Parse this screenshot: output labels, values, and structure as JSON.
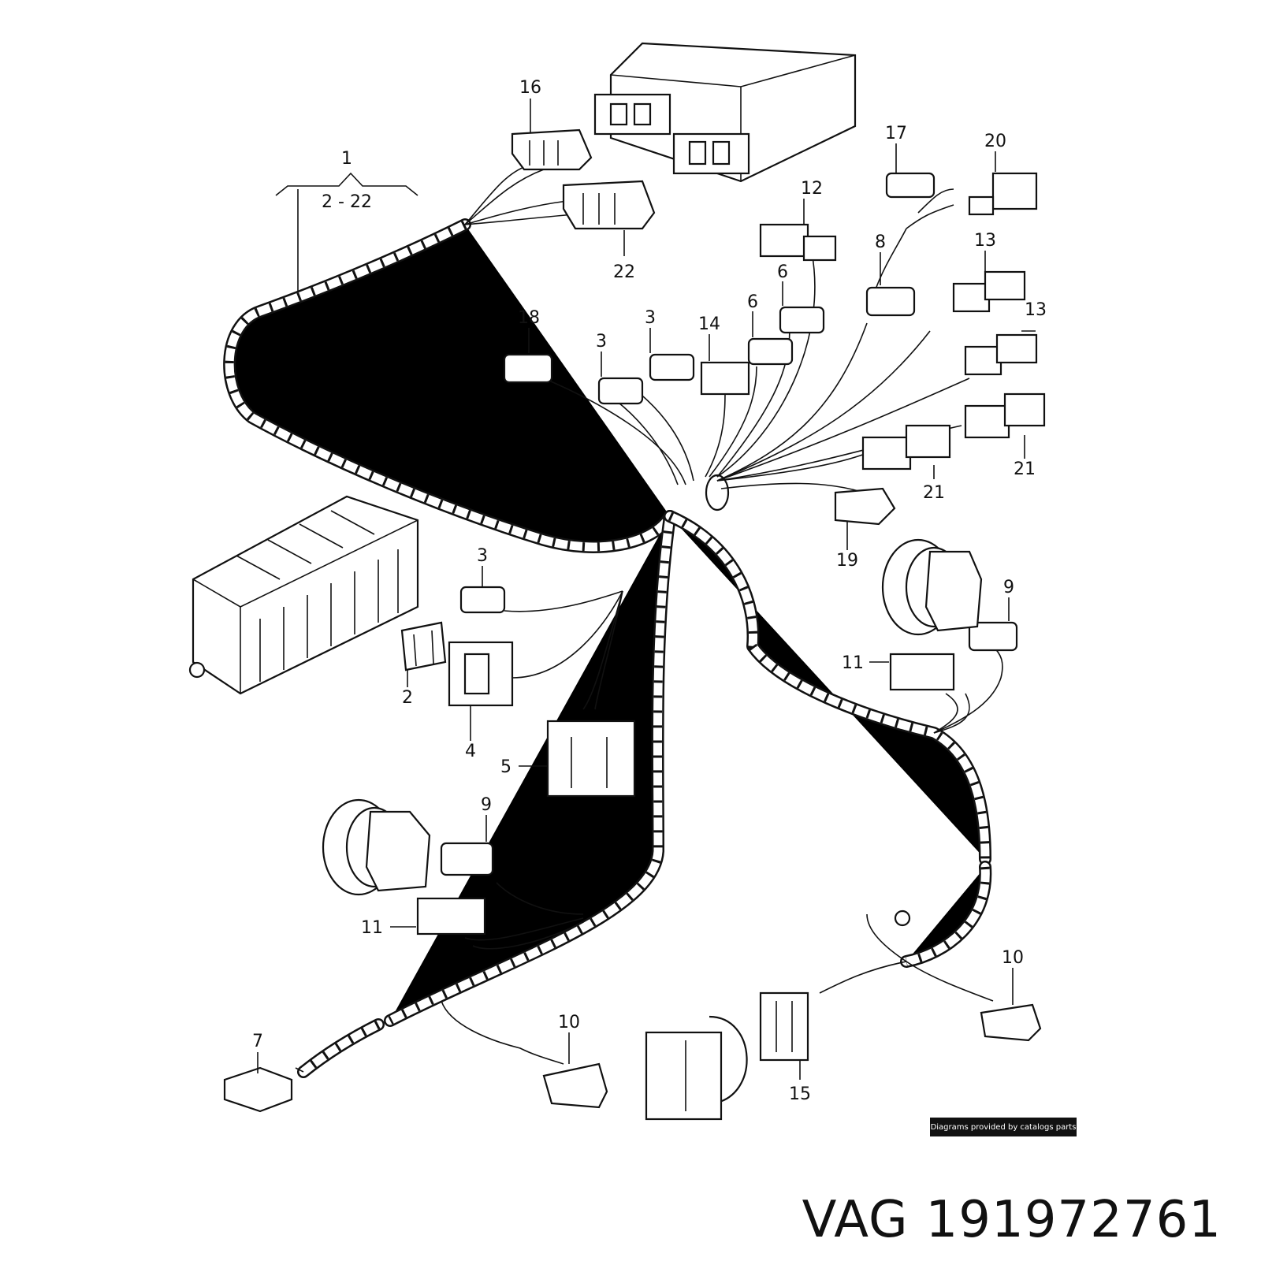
{
  "callouts": [
    {
      "id": "c1",
      "text": "1"
    },
    {
      "id": "c1r",
      "text": "2 - 22"
    },
    {
      "id": "c16",
      "text": "16"
    },
    {
      "id": "c22",
      "text": "22"
    },
    {
      "id": "c17",
      "text": "17"
    },
    {
      "id": "c20",
      "text": "20"
    },
    {
      "id": "c12",
      "text": "12"
    },
    {
      "id": "c8",
      "text": "8"
    },
    {
      "id": "c13a",
      "text": "13"
    },
    {
      "id": "c13b",
      "text": "13"
    },
    {
      "id": "c6a",
      "text": "6"
    },
    {
      "id": "c6b",
      "text": "6"
    },
    {
      "id": "c14",
      "text": "14"
    },
    {
      "id": "c3a",
      "text": "3"
    },
    {
      "id": "c3b",
      "text": "3"
    },
    {
      "id": "c18",
      "text": "18"
    },
    {
      "id": "c21a",
      "text": "21"
    },
    {
      "id": "c21b",
      "text": "21"
    },
    {
      "id": "c19",
      "text": "19"
    },
    {
      "id": "c3c",
      "text": "3"
    },
    {
      "id": "c2",
      "text": "2"
    },
    {
      "id": "c4",
      "text": "4"
    },
    {
      "id": "c5",
      "text": "5"
    },
    {
      "id": "c9a",
      "text": "9"
    },
    {
      "id": "c11a",
      "text": "11"
    },
    {
      "id": "c9b",
      "text": "9"
    },
    {
      "id": "c11b",
      "text": "11"
    },
    {
      "id": "c7",
      "text": "7"
    },
    {
      "id": "c10a",
      "text": "10"
    },
    {
      "id": "c10b",
      "text": "10"
    },
    {
      "id": "c15",
      "text": "15"
    }
  ],
  "watermark": "Diagrams provided by catalogs parts",
  "brand": {
    "make": "VAG",
    "part_number": "191972761"
  }
}
